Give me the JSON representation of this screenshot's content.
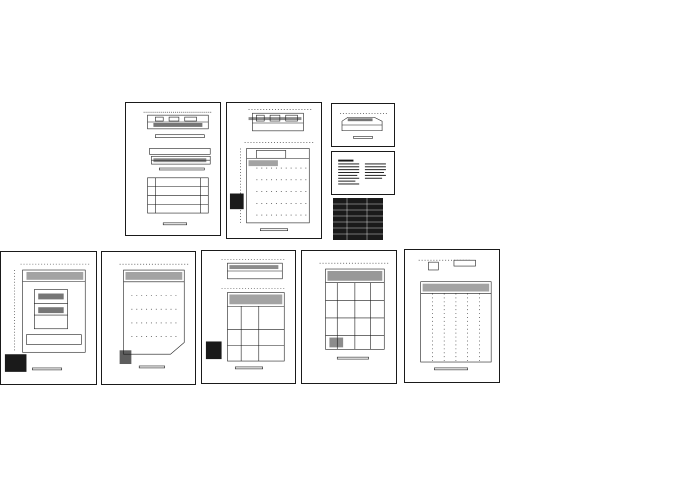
{
  "canvas": {
    "background": "#ffffff",
    "line_color": "#1a1a1a"
  },
  "sheets": [
    {
      "id": "sheet-top-1",
      "kind": "elevations-and-sections"
    },
    {
      "id": "sheet-top-2",
      "kind": "floor-plan-with-partial"
    },
    {
      "id": "sheet-top-3",
      "kind": "small-elevation"
    },
    {
      "id": "sheet-top-4",
      "kind": "notes-text"
    },
    {
      "id": "sheet-top-5",
      "kind": "legend-table"
    },
    {
      "id": "sheet-bottom-1",
      "kind": "floor-plan-with-legend"
    },
    {
      "id": "sheet-bottom-2",
      "kind": "floor-plan"
    },
    {
      "id": "sheet-bottom-3",
      "kind": "floor-plan-with-partial"
    },
    {
      "id": "sheet-bottom-4",
      "kind": "floor-plan"
    },
    {
      "id": "sheet-bottom-5",
      "kind": "floor-plan-grid"
    }
  ]
}
